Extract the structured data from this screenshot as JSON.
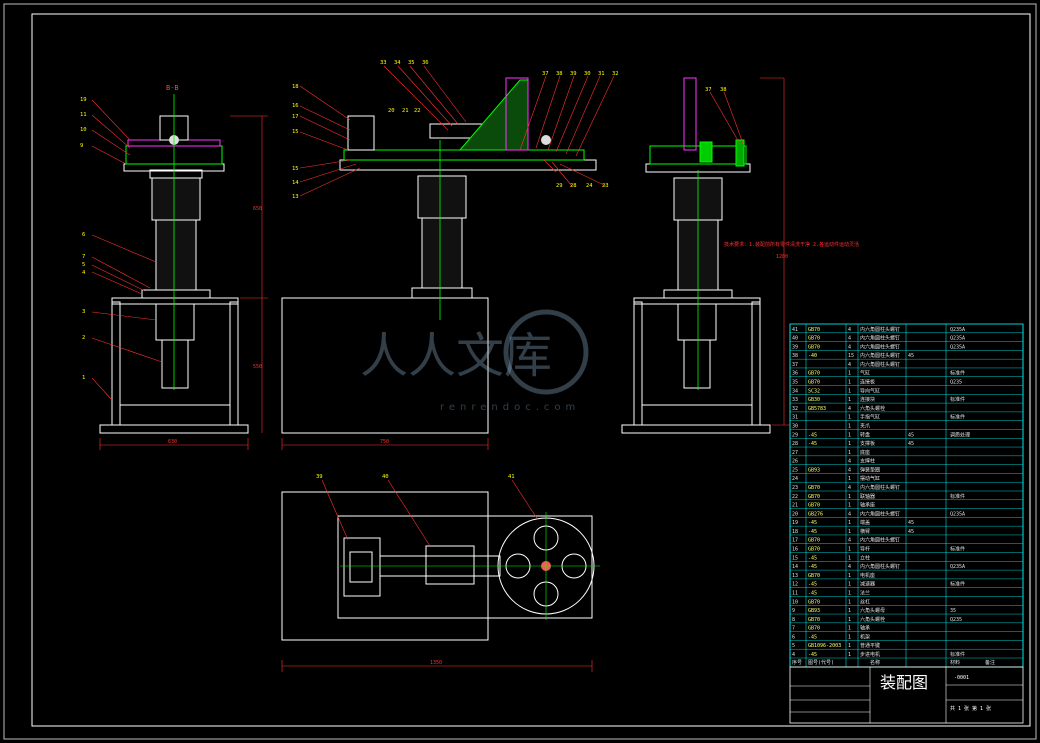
{
  "drawing": {
    "section_label": "B-B",
    "title_block": {
      "title": "装配图",
      "drawing_number": "-0001",
      "header_seq": "序号",
      "header_code": "图号(代号)",
      "header_name": "名称",
      "header_material": "材料",
      "header_note": "备注",
      "sheet_info": "共 1 张   第 1 张"
    },
    "watermark": {
      "text": "人人文库",
      "url": "renrendoc.com"
    },
    "dimensions": {
      "front_width": "630",
      "side_width": "750",
      "plan_width": "1350",
      "front_upper_height": "650",
      "front_lower_height": "550",
      "side_total_height": "1200"
    },
    "callouts_front": [
      "19",
      "11",
      "10",
      "9",
      "6",
      "7",
      "5",
      "4",
      "3",
      "2",
      "1"
    ],
    "callouts_middle_top": [
      "33",
      "34",
      "35",
      "36",
      "37",
      "38",
      "39",
      "30",
      "31",
      "32"
    ],
    "callouts_middle_left": [
      "18",
      "16",
      "17",
      "15",
      "15",
      "14",
      "13",
      "20",
      "21",
      "22"
    ],
    "callouts_middle_bottom": [
      "29",
      "28",
      "24",
      "23"
    ],
    "callouts_side": [
      "37",
      "38"
    ],
    "callouts_plan": [
      "39",
      "40",
      "41"
    ],
    "side_note": "技术要求：1.装配前所有零件清洗干净 2.各运动件运动灵活",
    "bom_rows": [
      {
        "no": "41",
        "code": "GB70",
        "qty": "4",
        "name": "内六角圆柱头螺钉",
        "material": "",
        "note": "Q235A"
      },
      {
        "no": "40",
        "code": "GB70",
        "qty": "4",
        "name": "内六角圆柱头螺钉",
        "material": "",
        "note": "Q235A"
      },
      {
        "no": "39",
        "code": "GB70",
        "qty": "4",
        "name": "内六角圆柱头螺钉",
        "material": "",
        "note": "Q235A"
      },
      {
        "no": "38",
        "code": "-40",
        "qty": "15",
        "name": "内六角圆柱头螺钉",
        "material": "45",
        "note": ""
      },
      {
        "no": "37",
        "code": "",
        "qty": "4",
        "name": "内六角圆柱头螺钉",
        "material": "",
        "note": ""
      },
      {
        "no": "36",
        "code": "GB70",
        "qty": "1",
        "name": "气缸",
        "material": "",
        "note": "标准件"
      },
      {
        "no": "35",
        "code": "GB70",
        "qty": "1",
        "name": "连接板",
        "material": "",
        "note": "Q235"
      },
      {
        "no": "34",
        "code": "SC32",
        "qty": "1",
        "name": "导向气缸",
        "material": "",
        "note": ""
      },
      {
        "no": "33",
        "code": "GB30",
        "qty": "1",
        "name": "连接块",
        "material": "",
        "note": "标准件"
      },
      {
        "no": "32",
        "code": "GB5783",
        "qty": "4",
        "name": "六角头螺栓",
        "material": "",
        "note": ""
      },
      {
        "no": "31",
        "code": "",
        "qty": "1",
        "name": "手指气缸",
        "material": "",
        "note": "标准件"
      },
      {
        "no": "30",
        "code": "",
        "qty": "1",
        "name": "夹爪",
        "material": "",
        "note": ""
      },
      {
        "no": "29",
        "code": "-45",
        "qty": "1",
        "name": "转盘",
        "material": "45",
        "note": "调质处理"
      },
      {
        "no": "28",
        "code": "-45",
        "qty": "1",
        "name": "支撑板",
        "material": "45",
        "note": ""
      },
      {
        "no": "27",
        "code": "",
        "qty": "1",
        "name": "底座",
        "material": "",
        "note": ""
      },
      {
        "no": "26",
        "code": "",
        "qty": "4",
        "name": "支撑柱",
        "material": "",
        "note": ""
      },
      {
        "no": "25",
        "code": "GB93",
        "qty": "4",
        "name": "弹簧垫圈",
        "material": "",
        "note": ""
      },
      {
        "no": "24",
        "code": "",
        "qty": "1",
        "name": "摆动气缸",
        "material": "",
        "note": ""
      },
      {
        "no": "23",
        "code": "GB70",
        "qty": "4",
        "name": "内六角圆柱头螺钉",
        "material": "",
        "note": ""
      },
      {
        "no": "22",
        "code": "GB70",
        "qty": "1",
        "name": "联轴器",
        "material": "",
        "note": "标准件"
      },
      {
        "no": "21",
        "code": "GB70",
        "qty": "1",
        "name": "轴承座",
        "material": "",
        "note": ""
      },
      {
        "no": "20",
        "code": "GB276",
        "qty": "4",
        "name": "内六角圆柱头螺钉",
        "material": "",
        "note": "Q235A"
      },
      {
        "no": "19",
        "code": "-45",
        "qty": "1",
        "name": "端盖",
        "material": "45",
        "note": ""
      },
      {
        "no": "18",
        "code": "-45",
        "qty": "1",
        "name": "横臂",
        "material": "45",
        "note": ""
      },
      {
        "no": "17",
        "code": "GB70",
        "qty": "4",
        "name": "内六角圆柱头螺钉",
        "material": "",
        "note": ""
      },
      {
        "no": "16",
        "code": "GB70",
        "qty": "1",
        "name": "导杆",
        "material": "",
        "note": "标准件"
      },
      {
        "no": "15",
        "code": "-45",
        "qty": "1",
        "name": "立柱",
        "material": "",
        "note": ""
      },
      {
        "no": "14",
        "code": "-45",
        "qty": "4",
        "name": "内六角圆柱头螺钉",
        "material": "",
        "note": "Q235A"
      },
      {
        "no": "13",
        "code": "GB70",
        "qty": "1",
        "name": "电机座",
        "material": "",
        "note": ""
      },
      {
        "no": "12",
        "code": "-45",
        "qty": "1",
        "name": "减速器",
        "material": "",
        "note": "标准件"
      },
      {
        "no": "11",
        "code": "-45",
        "qty": "1",
        "name": "法兰",
        "material": "",
        "note": ""
      },
      {
        "no": "10",
        "code": "GB70",
        "qty": "1",
        "name": "丝杠",
        "material": "",
        "note": ""
      },
      {
        "no": "9",
        "code": "GB93",
        "qty": "1",
        "name": "六角头螺母",
        "material": "",
        "note": "35"
      },
      {
        "no": "8",
        "code": "GB70",
        "qty": "1",
        "name": "六角头螺栓",
        "material": "",
        "note": "Q235"
      },
      {
        "no": "7",
        "code": "GB70",
        "qty": "1",
        "name": "轴承",
        "material": "",
        "note": ""
      },
      {
        "no": "6",
        "code": "-45",
        "qty": "1",
        "name": "机架",
        "material": "",
        "note": ""
      },
      {
        "no": "5",
        "code": "GB1096-2003",
        "qty": "1",
        "name": "普通平键",
        "material": "",
        "note": ""
      },
      {
        "no": "4",
        "code": "-45",
        "qty": "1",
        "name": "步进电机",
        "material": "",
        "note": "标准件"
      }
    ]
  }
}
